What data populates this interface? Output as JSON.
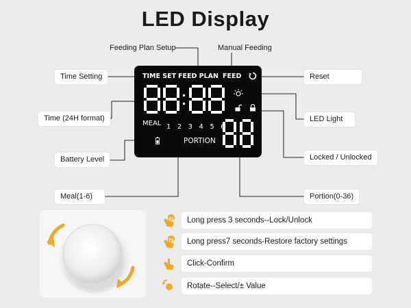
{
  "title": "LED Display",
  "labels": {
    "feeding_plan_setup": "Feeding Plan Setup",
    "manual_feeding": "Manual Feeding",
    "time_setting": "Time Setting",
    "reset": "Reset",
    "time_format": "Time (24H format)",
    "led_light": "LED Light",
    "battery_level": "Battery Level",
    "locked_unlocked": "Locked / Unlocked",
    "meal": "Meal(1-6)",
    "portion": "Portion(0-36)"
  },
  "display": {
    "time_set": "TIME SET",
    "feed_plan": "FEED PLAN",
    "feed": "FEED",
    "meal_label": "MEAL",
    "meals": [
      "1",
      "2",
      "3",
      "4",
      "5",
      "6"
    ],
    "portion_label": "PORTION",
    "time_digits": "88:88",
    "portion_digits": "88"
  },
  "instructions": [
    {
      "text": "Long press 3 seconds--Lock/Unlock",
      "icon": "hand-press-icon",
      "badge": "3S"
    },
    {
      "text": "Long press7 seconds-Restore factory settings",
      "icon": "hand-press-icon",
      "badge": "7S"
    },
    {
      "text": "Click-Confirm",
      "icon": "hand-click-icon"
    },
    {
      "text": "Rotate--Select/± Value",
      "icon": "rotate-icon"
    }
  ],
  "colors": {
    "accent": "#f5a623",
    "background": "#ececec",
    "panel": "#0a0a0a"
  }
}
